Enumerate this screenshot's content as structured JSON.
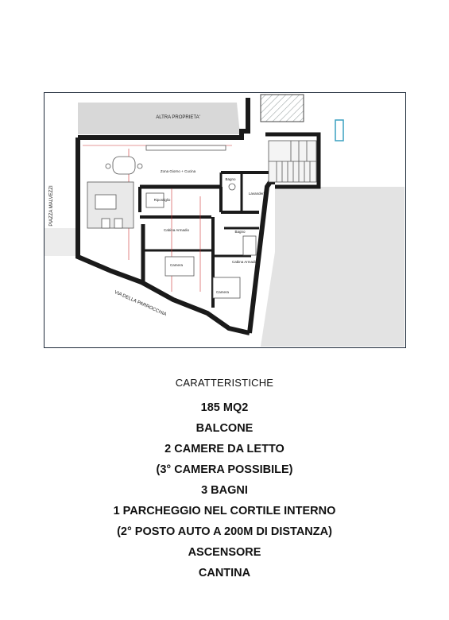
{
  "floor_plan": {
    "neighbour_label": "ALTRA PROPRIETA'",
    "street_west": "PIAZZA MALVEZZI",
    "street_south": "VIA DELLA PARROCCHIA",
    "rooms": {
      "living": "Zona Giorno + Cucina",
      "bath1": "Bagno",
      "laundry": "Lavanderia",
      "closet": "Ripostiglio",
      "walkin1": "Cabina Armadio",
      "bath2": "Bagno",
      "walkin2": "Cabina Armadio",
      "bedroom1": "Camera",
      "bedroom2": "Camera"
    }
  },
  "features": {
    "heading": "CARATTERISTICHE",
    "items": [
      "185 MQ2",
      "BALCONE",
      "2 CAMERE DA LETTO",
      "(3° CAMERA POSSIBILE)",
      "3 BAGNI",
      "1 PARCHEGGIO NEL CORTILE INTERNO",
      "(2° POSTO AUTO A 200M DI DISTANZA)",
      "ASCENSORE",
      "CANTINA"
    ]
  }
}
